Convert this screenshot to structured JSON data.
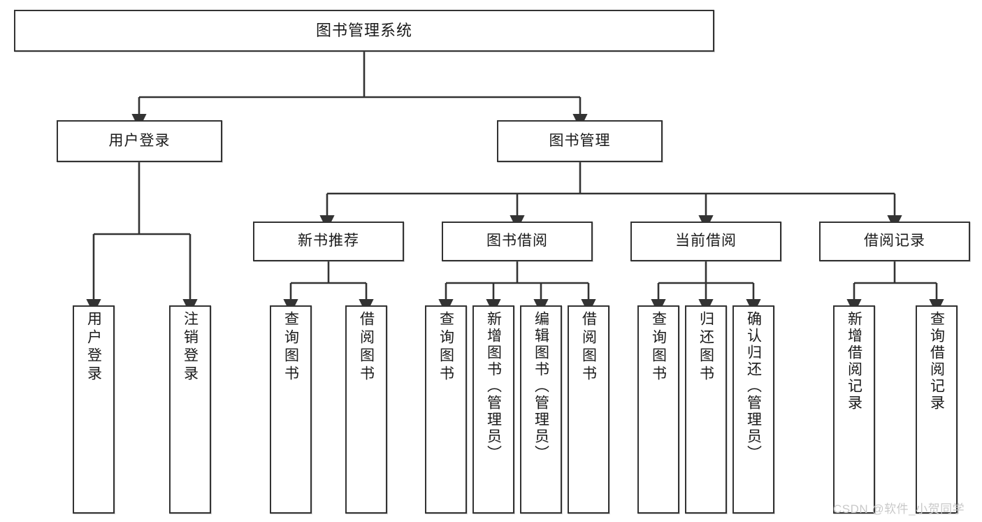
{
  "diagram": {
    "type": "tree",
    "title": "图书管理系统",
    "root": {
      "label": "图书管理系统"
    },
    "level2": [
      {
        "label": "用户登录"
      },
      {
        "label": "图书管理"
      }
    ],
    "level3": [
      {
        "label": "新书推荐"
      },
      {
        "label": "图书借阅"
      },
      {
        "label": "当前借阅"
      },
      {
        "label": "借阅记录"
      }
    ],
    "leaves": {
      "user_login": [
        {
          "label": "用户登录"
        },
        {
          "label": "注销登录"
        }
      ],
      "new_book_recommend": [
        {
          "label": "查询图书"
        },
        {
          "label": "借阅图书"
        }
      ],
      "book_borrow": [
        {
          "label": "查询图书"
        },
        {
          "label": "新增图书（管理员）"
        },
        {
          "label": "编辑图书（管理员）"
        },
        {
          "label": "借阅图书"
        }
      ],
      "current_borrow": [
        {
          "label": "查询图书"
        },
        {
          "label": "归还图书"
        },
        {
          "label": "确认归还（管理员）"
        }
      ],
      "borrow_record": [
        {
          "label": "新增借阅记录"
        },
        {
          "label": "查询借阅记录"
        }
      ]
    }
  },
  "watermark": {
    "text": "CSDN @软件_小贺同学"
  },
  "colors": {
    "border": "#333333",
    "background": "#ffffff",
    "text": "#1a1a1a",
    "watermark": "#c9c9c9"
  }
}
